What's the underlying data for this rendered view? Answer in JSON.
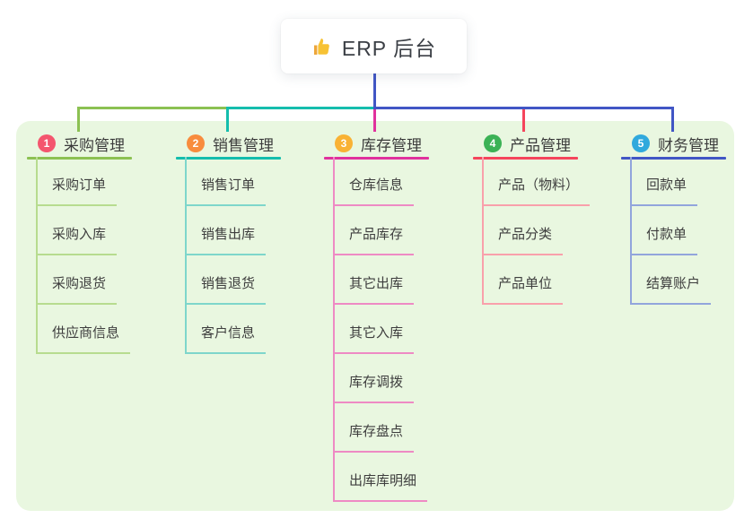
{
  "root": {
    "title": "ERP 后台",
    "icon": "thumbs-up"
  },
  "colors": {
    "panel_bg": "#e9f7e0",
    "root_connector": "#4156c5",
    "text": "#3e3e3e"
  },
  "branches": [
    {
      "badge": "1",
      "label": "采购管理",
      "badge_color": "#f4566e",
      "line_color": "#8cc152",
      "sub_line_color": "#b7dc8f",
      "items": [
        "采购订单",
        "采购入库",
        "采购退货",
        "供应商信息"
      ]
    },
    {
      "badge": "2",
      "label": "销售管理",
      "badge_color": "#f88c3d",
      "line_color": "#14bdad",
      "sub_line_color": "#7ed6cb",
      "items": [
        "销售订单",
        "销售出库",
        "销售退货",
        "客户信息"
      ]
    },
    {
      "badge": "3",
      "label": "库存管理",
      "badge_color": "#f9b234",
      "line_color": "#e0319d",
      "sub_line_color": "#ee8ac4",
      "items": [
        "仓库信息",
        "产品库存",
        "其它出库",
        "其它入库",
        "库存调拨",
        "库存盘点",
        "出库库明细"
      ]
    },
    {
      "badge": "4",
      "label": "产品管理",
      "badge_color": "#3bb255",
      "line_color": "#f5455c",
      "sub_line_color": "#f9a0ab",
      "items": [
        "产品（物料）",
        "产品分类",
        "产品单位"
      ]
    },
    {
      "badge": "5",
      "label": "财务管理",
      "badge_color": "#30a9dd",
      "line_color": "#4156c5",
      "sub_line_color": "#92a5dc",
      "items": [
        "回款单",
        "付款单",
        "结算账户"
      ]
    }
  ]
}
